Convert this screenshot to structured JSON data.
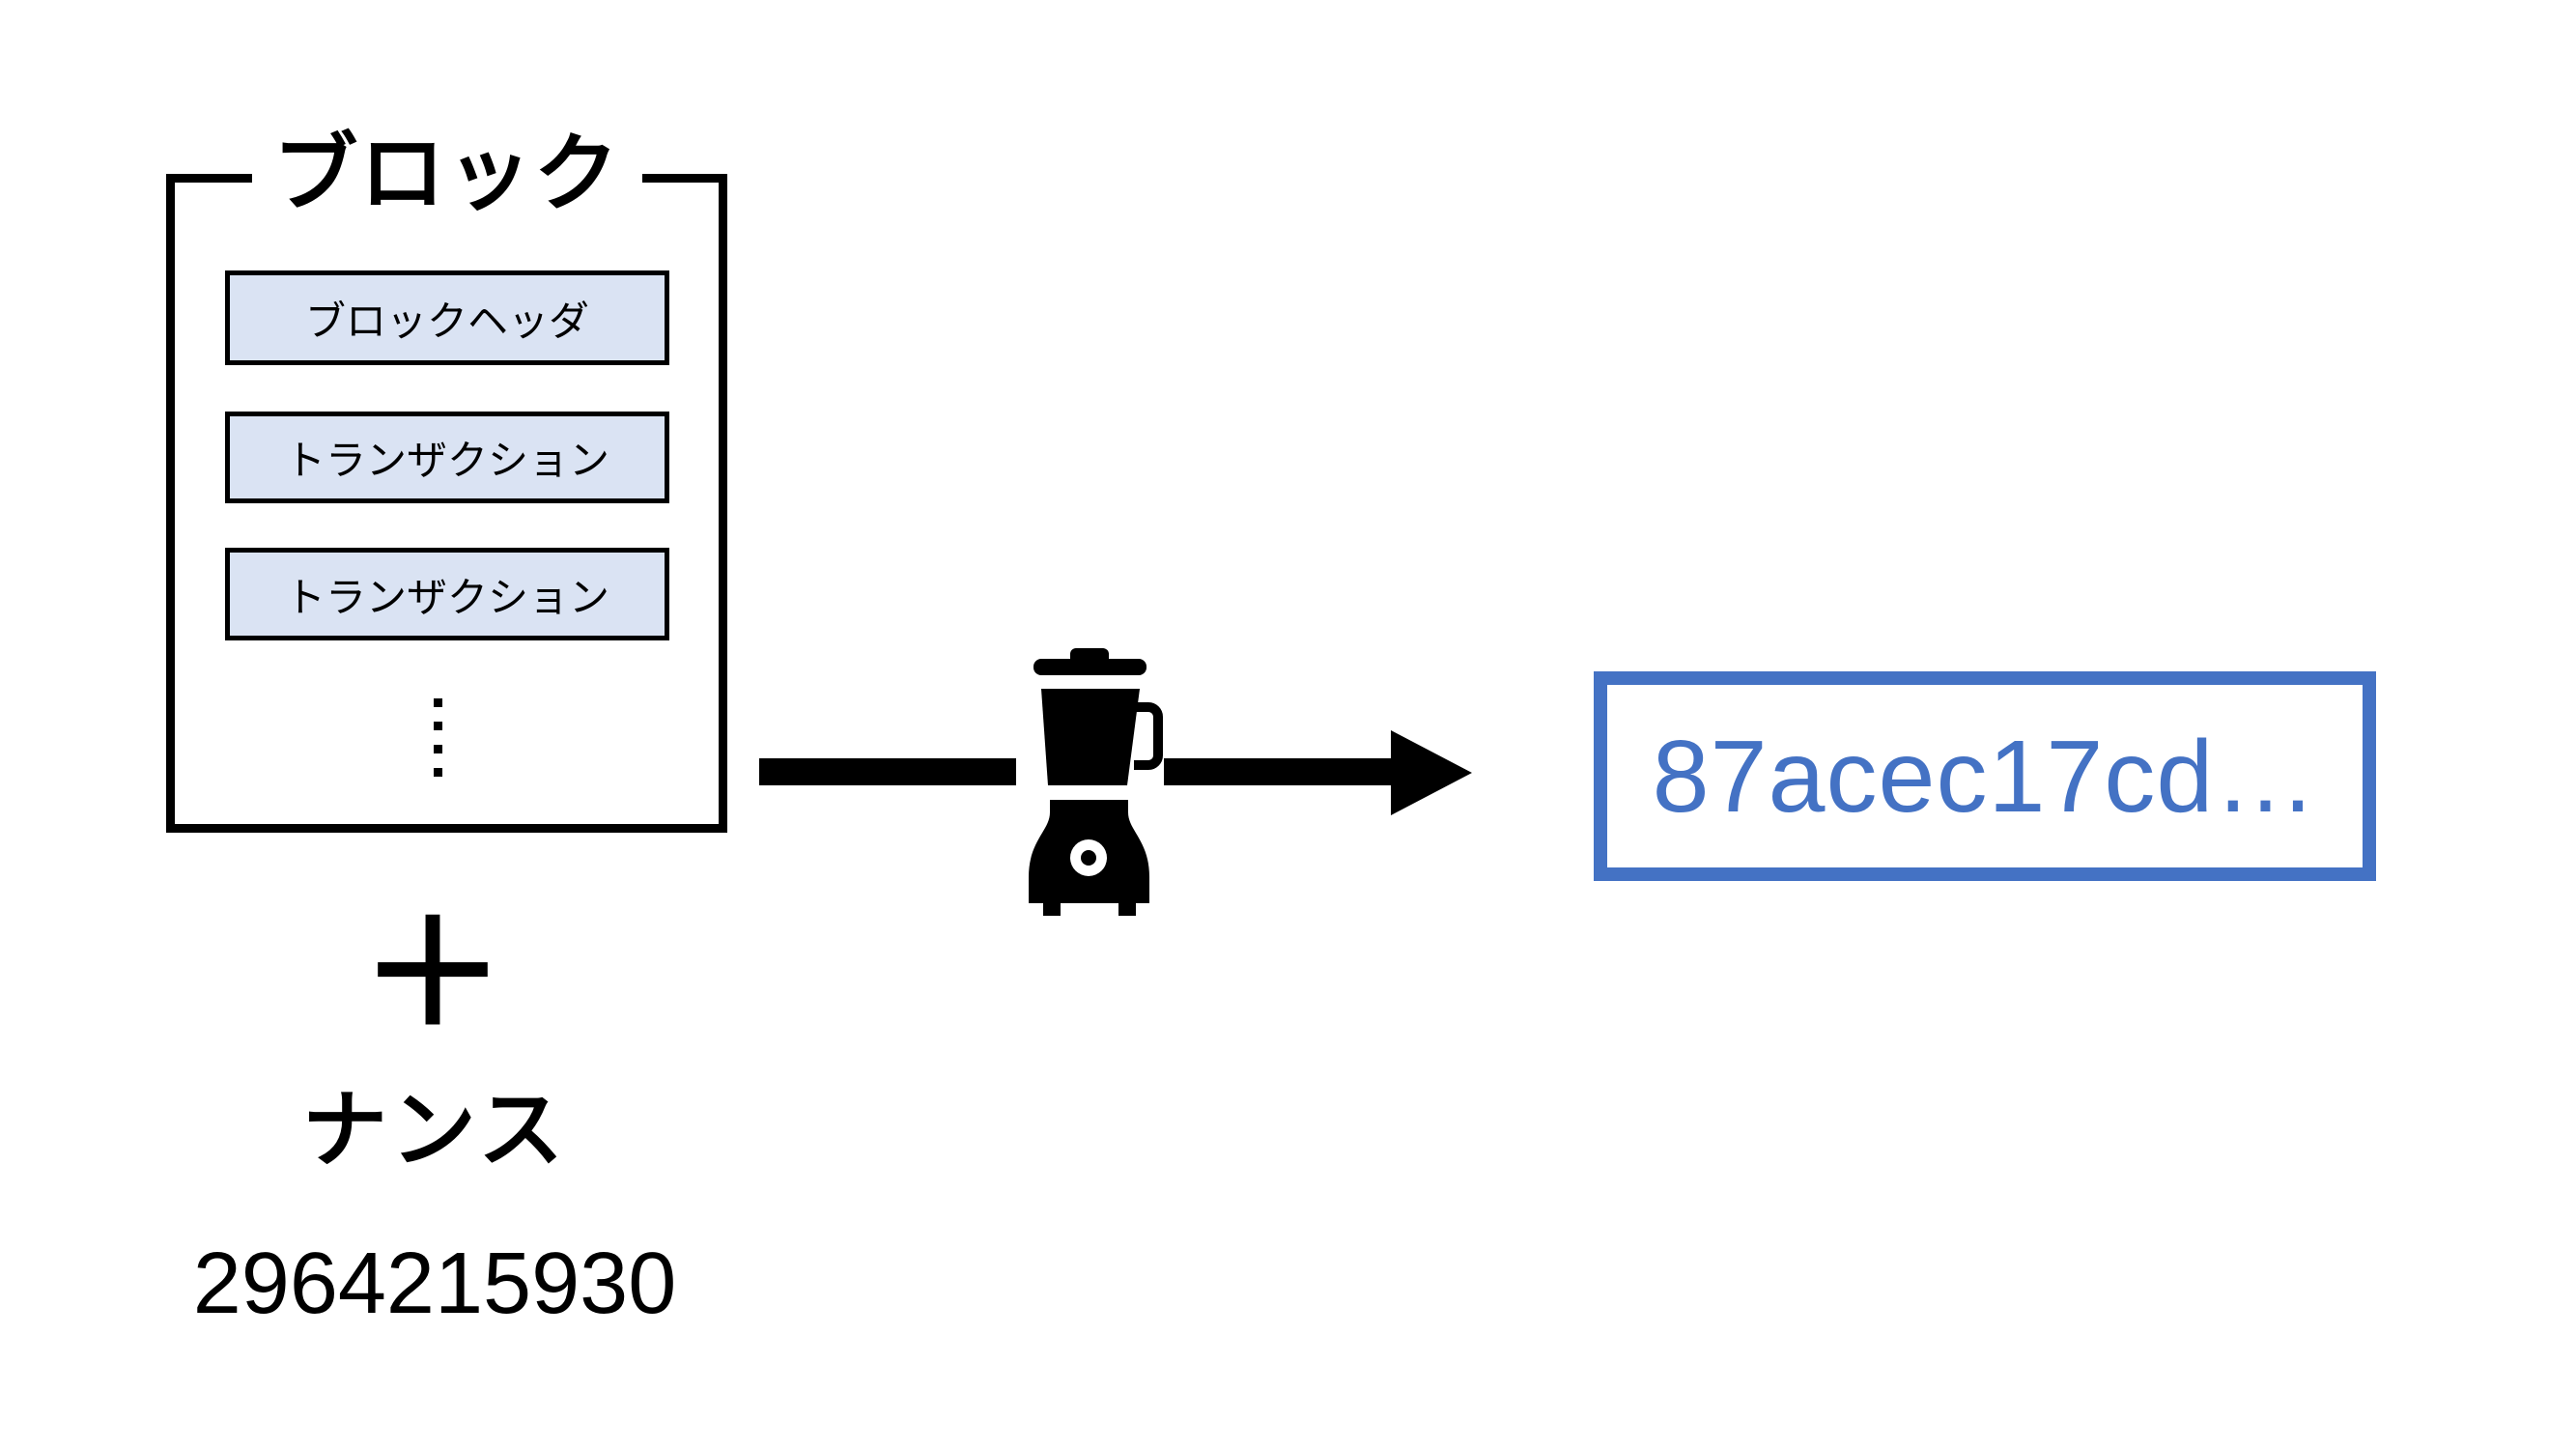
{
  "diagram": {
    "block": {
      "title": "ブロック",
      "header_label": "ブロックヘッダ",
      "transactions": [
        "トランザクション",
        "トランザクション"
      ]
    },
    "plus_sign": "＋",
    "nonce": {
      "label": "ナンス",
      "value": "2964215930"
    },
    "hash_output": "87acec17cd…",
    "colors": {
      "accent_blue": "#4472C4",
      "cell_fill": "#DAE3F3",
      "ink": "#000000"
    },
    "icons": {
      "mixer": "blender-icon",
      "ellipsis": "vertical-ellipsis-icon",
      "arrow": "arrow-right-icon"
    }
  }
}
